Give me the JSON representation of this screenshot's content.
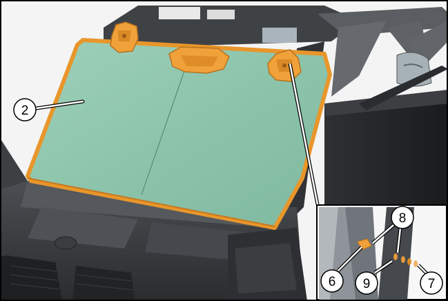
{
  "callouts": {
    "windshield": "2",
    "pivot_clamp": "6",
    "washer_outer": "7",
    "washer_inner": "8",
    "bolt": "9"
  },
  "colors": {
    "windshield_tint": "#8fc6ae",
    "windshield_frame": "#e8962b",
    "bracket": "#f1a13a",
    "vehicle_body": "#3a3c3f",
    "vehicle_shadow": "#202224",
    "roll_cage": "#595c60",
    "border": "#000000"
  }
}
